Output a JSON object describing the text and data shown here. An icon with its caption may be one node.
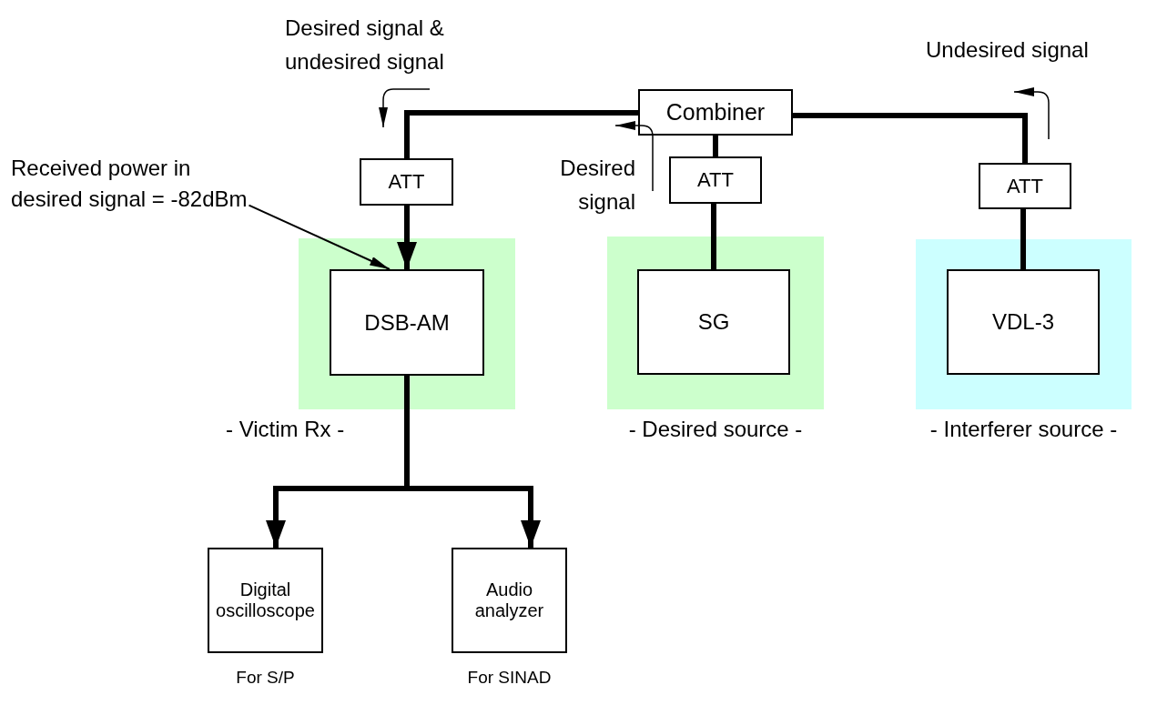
{
  "diagram": {
    "nodes": [
      {
        "text": [
          "Combiner"
        ]
      },
      {
        "text": [
          "ATT"
        ]
      },
      {
        "text": [
          "ATT"
        ]
      },
      {
        "text": [
          "ATT"
        ]
      },
      {
        "text": [
          "- Victim Rx -"
        ]
      },
      {
        "text": [
          "DSB-AM"
        ],
        "in": 4
      },
      {
        "text": [
          "- Desired source -"
        ]
      },
      {
        "text": [
          "SG"
        ],
        "in": 6
      },
      {
        "text": [
          "- Interferer source -"
        ]
      },
      {
        "text": [
          "VDL-3"
        ],
        "in": 8
      },
      {
        "text": [
          "Digital oscilloscope"
        ],
        "beside": [
          "For S/P"
        ]
      },
      {
        "text": [
          "Audio analyzer"
        ],
        "beside": [
          "For SINAD"
        ]
      },
      {
        "text": [
          "Received power in desired signal = -82dBm"
        ]
      }
    ],
    "edges": [
      {
        "from": 0,
        "to": 1,
        "arrow": "none"
      },
      {
        "from": 1,
        "to": 5,
        "arrow": "to"
      },
      {
        "from": 0,
        "to": 2,
        "arrow": "none"
      },
      {
        "from": 2,
        "to": 7,
        "arrow": "none"
      },
      {
        "from": 0,
        "to": 3,
        "arrow": "none"
      },
      {
        "from": 3,
        "to": 9,
        "arrow": "none"
      },
      {
        "from": 5,
        "to": 10,
        "arrow": "to"
      },
      {
        "from": 5,
        "to": 11,
        "arrow": "to"
      },
      {
        "from": 12,
        "to": 5,
        "arrow": "to"
      }
    ],
    "labels": [
      "Desired signal & undesired signal",
      "Undesired signal",
      "Desired signal"
    ]
  }
}
